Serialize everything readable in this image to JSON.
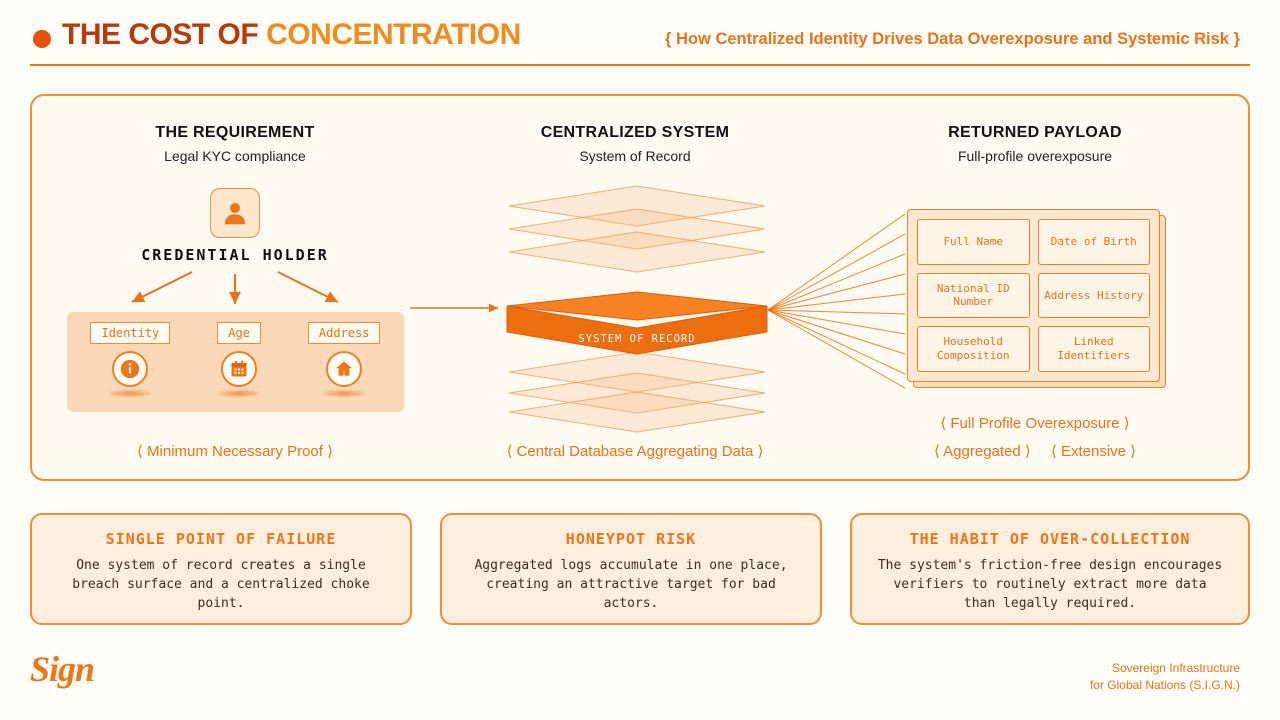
{
  "header": {
    "title_primary": "THE COST OF",
    "title_secondary": "CONCENTRATION",
    "subtitle": "{ How Centralized Identity Drives Data Overexposure and Systemic Risk }"
  },
  "columns": {
    "requirement": {
      "heading": "THE REQUIREMENT",
      "subheading": "Legal KYC compliance",
      "credential_holder_label": "CREDENTIAL HOLDER",
      "proof_boxes": [
        "Identity",
        "Age",
        "Address"
      ],
      "caption": "⟨ Minimum Necessary Proof ⟩"
    },
    "centralized": {
      "heading": "CENTRALIZED SYSTEM",
      "subheading": "System of Record",
      "slab_label": "SYSTEM OF RECORD",
      "caption": "⟨ Central Database Aggregating Data ⟩"
    },
    "payload": {
      "heading": "RETURNED PAYLOAD",
      "subheading": "Full-profile overexposure",
      "fields": [
        "Full Name",
        "Date of Birth",
        "National ID Number",
        "Address History",
        "Household Composition",
        "Linked Identifiers"
      ],
      "caption_top": "⟨ Full Profile Overexposure ⟩",
      "caption_tags": [
        "⟨ Aggregated ⟩",
        "⟨ Extensive ⟩"
      ]
    }
  },
  "cards": [
    {
      "title": "SINGLE POINT OF FAILURE",
      "body": "One system of record creates a single breach surface and a centralized choke point."
    },
    {
      "title": "HONEYPOT RISK",
      "body": "Aggregated logs accumulate in one place, creating an attractive target for bad actors."
    },
    {
      "title": "THE HABIT OF OVER-COLLECTION",
      "body": "The system's friction-free design encourages verifiers to routinely extract more data than legally required."
    }
  ],
  "footer": {
    "logo": "Sign",
    "tagline_line1": "Sovereign Infrastructure",
    "tagline_line2": "for Global Nations (S.I.G.N.)"
  },
  "colors": {
    "accent": "#ee7518",
    "accent_dark": "#b73a0c",
    "panel_bg": "#fffaf2",
    "card_bg": "#fdeedd"
  }
}
